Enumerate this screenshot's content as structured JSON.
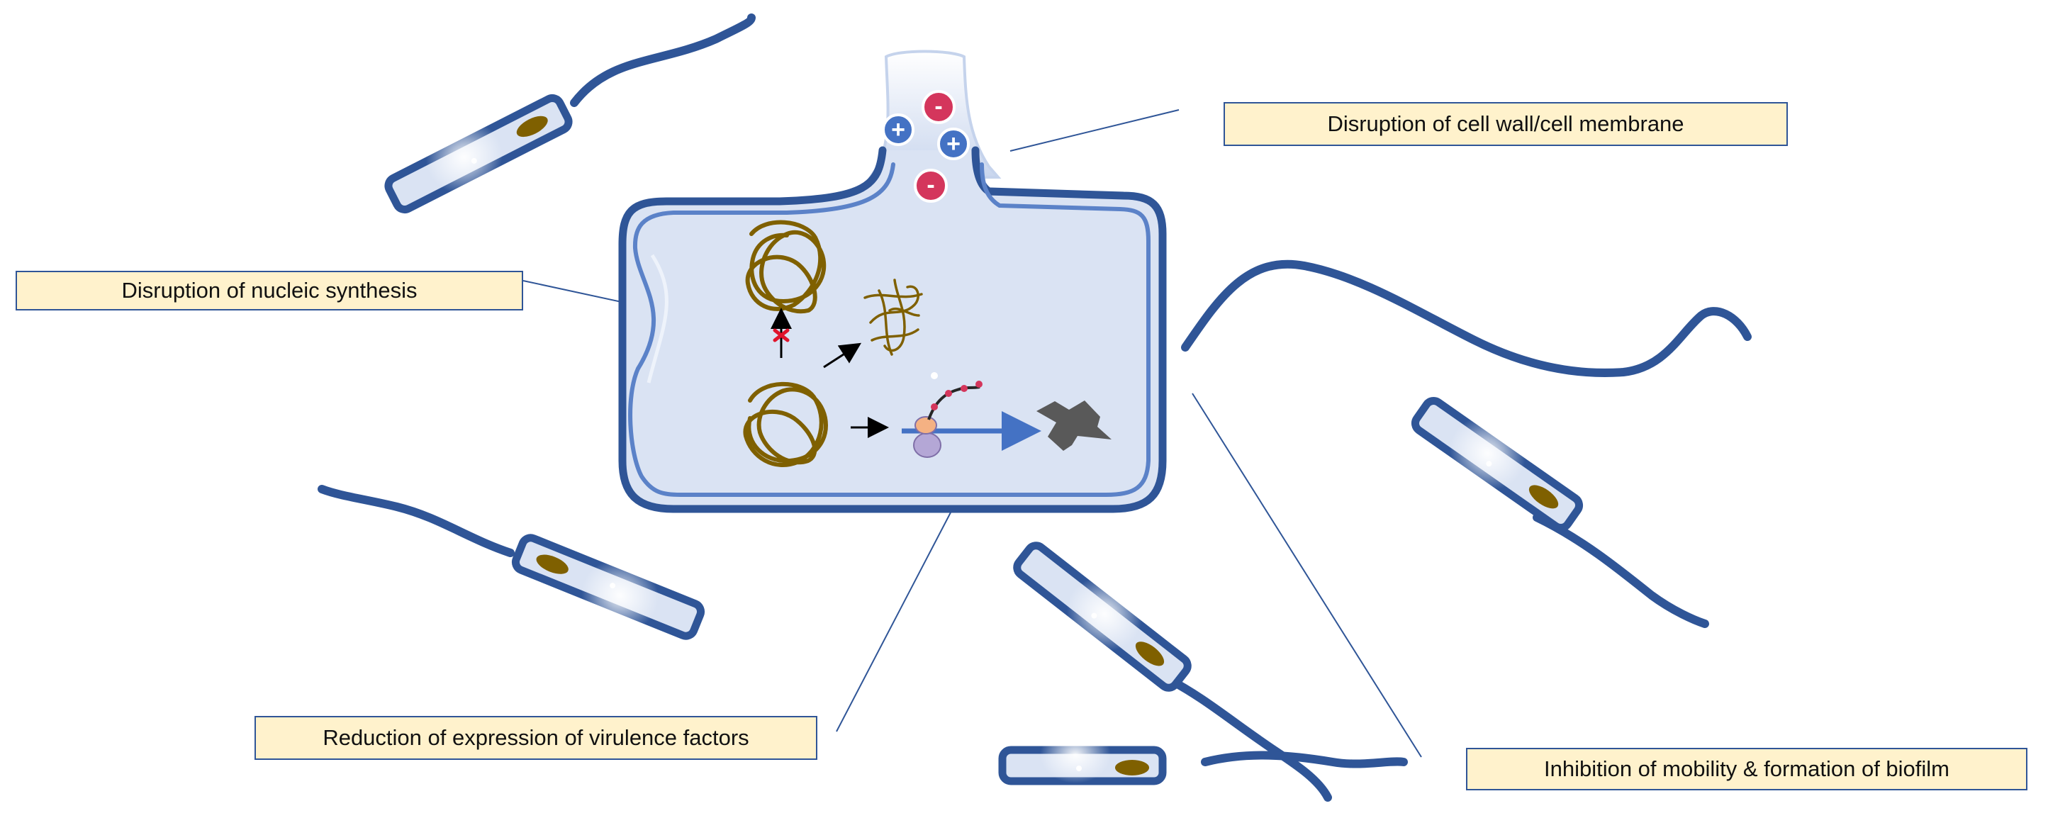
{
  "labels": {
    "cell_wall": "Disruption of cell wall/cell membrane",
    "nucleic": "Disruption of nucleic synthesis",
    "virulence": "Reduction of expression of virulence factors",
    "mobility": "Inhibition of mobility & formation  of biofilm"
  },
  "charges": {
    "plus": "+",
    "minus": "-"
  },
  "colors": {
    "cell_outline": "#2f5597",
    "cell_fill": "#dae3f3",
    "cell_inner_line": "#5b82c8",
    "dna": "#7f6000",
    "plus_ion": "#4472c4",
    "minus_ion": "#d4365c",
    "arrow_blue": "#4472c4",
    "protein": "#595959",
    "label_bg": "#fff2cc"
  }
}
